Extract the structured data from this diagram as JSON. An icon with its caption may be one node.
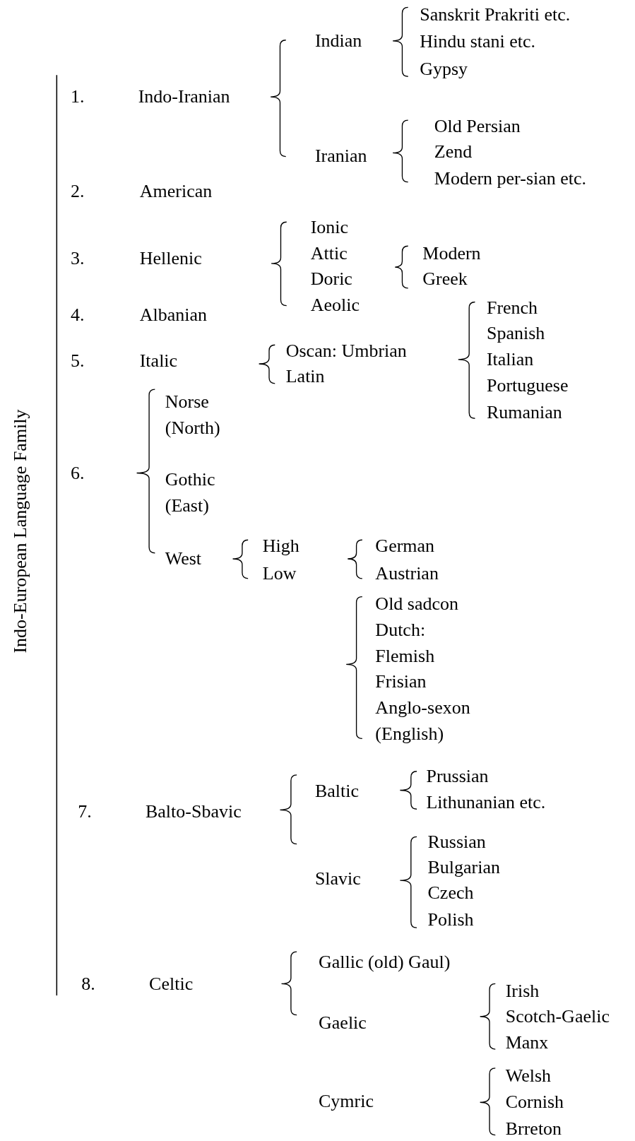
{
  "diagram": {
    "title": "Indo-European Language Family",
    "labels": [
      "Indian",
      "Sanskrit Prakriti etc.",
      "Hindu stani etc.",
      "Gypsy",
      "1.",
      "Indo-Iranian",
      "Iranian",
      "Old Persian",
      "Zend",
      "Modern per-sian etc.",
      "2.",
      "American",
      "Ionic",
      "3.",
      "Hellenic",
      "Attic",
      "Modern",
      "Doric",
      "Greek",
      "4.",
      "Albanian",
      "Aeolic",
      "French",
      "Spanish",
      "5.",
      "Italic",
      "Oscan: Umbrian",
      "Italian",
      "Latin",
      "Portuguese",
      "Norse (North)",
      "Rumanian",
      "6.",
      "Gothic (East)",
      "West",
      "High",
      "German",
      "Low",
      "Austrian",
      "Old sadcon",
      "Dutch: Flemish",
      "Frisian",
      "Anglo-sexon (English)",
      "7.",
      "Balto-Sbavic",
      "Baltic",
      "Prussian",
      "Lithunanian etc.",
      "Russian",
      "Slavic",
      "Bulgarian",
      "Czech",
      "Polish",
      "Gallic (old) Gaul)",
      "8.",
      "Celtic",
      "Irish",
      "Gaelic",
      "Scotch-Gaelic",
      "Manx",
      "Welsh",
      "Cymric",
      "Cornish",
      "Brreton"
    ]
  }
}
